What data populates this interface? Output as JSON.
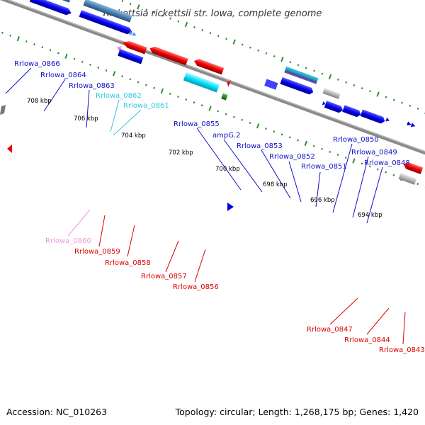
{
  "title": "Rickettsia rickettsii str. Iowa, complete genome",
  "footer": {
    "accession": "Accession: NC_010263",
    "summary": "Topology: circular; Length: 1,268,175 bp; Genes: 1,420"
  },
  "ticks": [
    "708 kbp",
    "706 kbp",
    "704 kbp",
    "702 kbp",
    "700 kbp",
    "698 kbp",
    "696 kbp",
    "694 kbp"
  ],
  "genes_forward": [
    "Rrlowa_0866",
    "Rrlowa_0864",
    "Rrlowa_0863",
    "Rrlowa_0862",
    "Rrlowa_0861",
    "Rrlowa_0855",
    "ampG.2",
    "Rrlowa_0853",
    "Rrlowa_0852",
    "Rrlowa_0851",
    "Rrlowa_0850",
    "Rrlowa_0849",
    "Rrlowa_0848"
  ],
  "genes_reverse": [
    "Rrlowa_0860",
    "Rrlowa_0859",
    "Rrlowa_0858",
    "Rrlowa_0857",
    "Rrlowa_0856",
    "Rrlowa_0847",
    "Rrlowa_0844",
    "Rrlowa_0843"
  ],
  "colors": {
    "blue": "#0000ee",
    "steel": "#4682b4",
    "cyan": "#00d8f0",
    "red": "#ee0000",
    "gray": "#b0b0b0",
    "green": "#228b22",
    "slate": "#6a5acd",
    "pink": "#ee82ee",
    "backbone": "#888888",
    "tickmark": "#2e8b2e",
    "label_blue": "#1010c8",
    "label_cyan": "#30c8e0",
    "label_red": "#dd0000",
    "label_pink": "#ee99dd"
  }
}
